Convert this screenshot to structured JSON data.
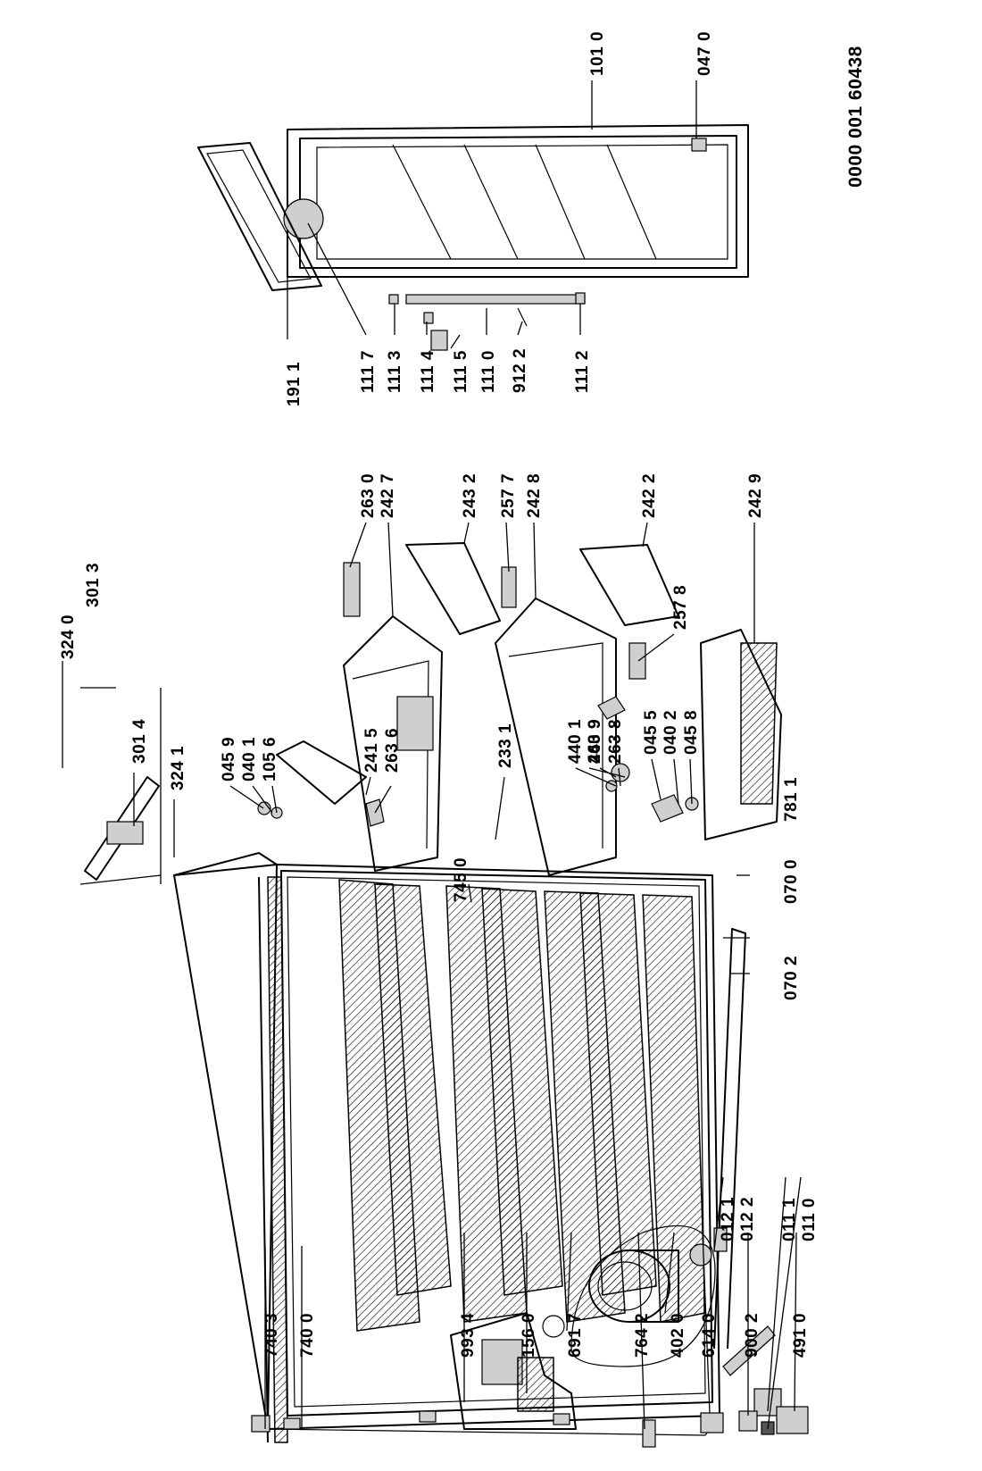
{
  "document_id": "0000 001 60438",
  "part_labels": [
    "740 3",
    "740 0",
    "993 4",
    "156 0",
    "691 7",
    "764 2",
    "402 0",
    "614 0",
    "900 2",
    "491 0",
    "012 1",
    "012 2",
    "011 1",
    "011 0",
    "070 2",
    "070 0",
    "781 1",
    "745 0",
    "233 1",
    "440 1",
    "440 9",
    "045 9",
    "040 1",
    "105 6",
    "241 5",
    "263 6",
    "263 9",
    "263 8",
    "045 5",
    "040 2",
    "045 8",
    "324 0",
    "301 3",
    "301 4",
    "324 1",
    "263 0",
    "242 7",
    "243 2",
    "257 7",
    "242 8",
    "242 2",
    "257 8",
    "242 9",
    "191 1",
    "111 7",
    "111 3",
    "111 4",
    "111 5",
    "111 0",
    "912 2",
    "111 2",
    "101 0",
    "047 0"
  ]
}
